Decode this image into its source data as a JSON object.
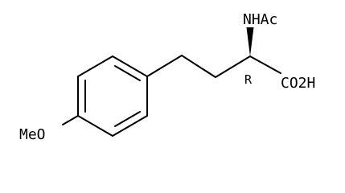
{
  "structure": {
    "labels": {
      "acetamido": "NHAc",
      "stereo_descriptor": "R",
      "carboxylic_acid": "CO2H",
      "methoxy": "MeO"
    }
  }
}
